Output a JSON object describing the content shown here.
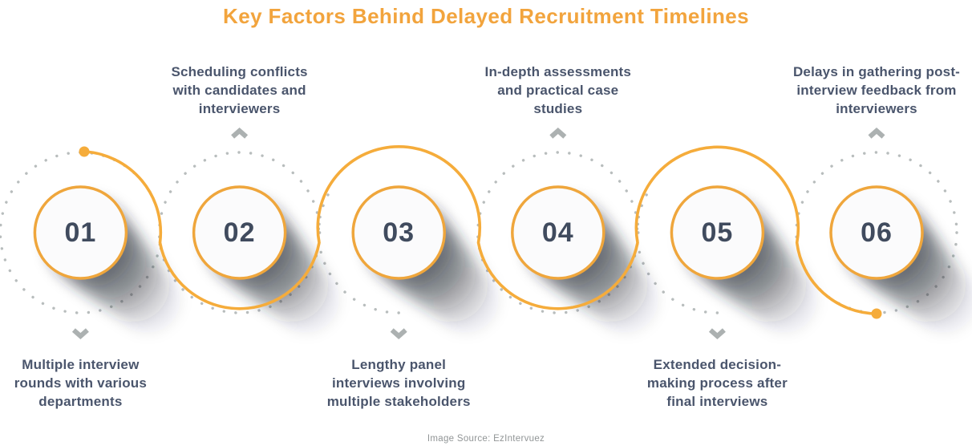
{
  "title": "Key Factors Behind Delayed Recruitment Timelines",
  "footer": {
    "source_label": "Image Source: EzIntervuez"
  },
  "palette": {
    "title_orange": "#F2A43D",
    "line_orange": "#F5AC3B",
    "ring_orange": "#EFA63C",
    "label_slate": "#4A556C",
    "number_slate": "#404B5E",
    "dot_gray": "#B8BDBD",
    "chevron_gray": "#ACB1B1",
    "disc_fill": "#FBFBFC",
    "shadow_dark": "#262C36"
  },
  "icons": {
    "pointer_up": "chevron-up-icon",
    "pointer_down": "chevron-down-icon",
    "path_start": "start-dot-icon",
    "path_end": "end-dot-icon"
  },
  "steps": [
    {
      "number": "01",
      "pointer": "down",
      "label": "Multiple interview rounds with various departments",
      "lines": [
        "Multiple interview",
        "rounds with various",
        "departments"
      ]
    },
    {
      "number": "02",
      "pointer": "up",
      "label": "Scheduling conflicts with candidates and interviewers",
      "lines": [
        "Scheduling conflicts",
        "with candidates and",
        "interviewers"
      ]
    },
    {
      "number": "03",
      "pointer": "down",
      "label": "Lengthy panel interviews involving multiple stakeholders",
      "lines": [
        "Lengthy panel",
        "interviews involving",
        "multiple stakeholders"
      ]
    },
    {
      "number": "04",
      "pointer": "up",
      "label": "In-depth assessments and practical case studies",
      "lines": [
        "In-depth assessments",
        "and practical case",
        "studies"
      ]
    },
    {
      "number": "05",
      "pointer": "down",
      "label": "Extended decision-making process after final interviews",
      "lines": [
        "Extended decision-",
        "making process after",
        "final interviews"
      ]
    },
    {
      "number": "06",
      "pointer": "up",
      "label": "Delays in gathering post-interview feedback from interviewers",
      "lines": [
        "Delays in gathering post-",
        "interview feedback from",
        "interviewers"
      ]
    }
  ]
}
